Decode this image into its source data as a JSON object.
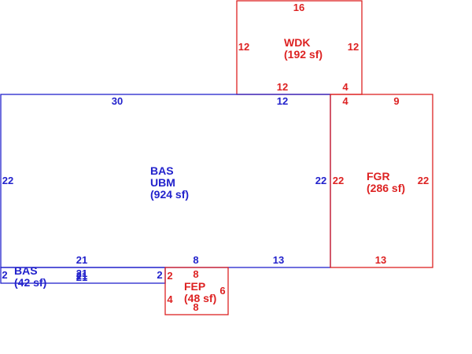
{
  "colors": {
    "bas": "#2222cc",
    "area": "#dd2222"
  },
  "areas": {
    "wdk": {
      "code": "WDK",
      "area": "(192 sf)",
      "top": "16",
      "left": "12",
      "right": "12",
      "bottom_left": "12",
      "bottom_right": "4"
    },
    "bas_main": {
      "code": "BAS",
      "sub": "UBM",
      "area": "(924 sf)",
      "top_left": "30",
      "top_right": "12",
      "left": "22",
      "right": "22",
      "bottom_left": "21",
      "bottom_mid": "8",
      "bottom_right": "13"
    },
    "fgr": {
      "code": "FGR",
      "area": "(286 sf)",
      "top_left": "4",
      "top_right": "9",
      "left": "22",
      "right": "22",
      "bottom": "13"
    },
    "bas_small": {
      "code": "BAS",
      "area": "(42 sf)",
      "left": "2",
      "right": "2",
      "top": "21",
      "bottom_a": "21",
      "bottom_b": "21"
    },
    "fep": {
      "code": "FEP",
      "area": "(48 sf)",
      "top": "8",
      "left": "2",
      "left_lower": "4",
      "right": "6",
      "bottom": "8"
    }
  }
}
